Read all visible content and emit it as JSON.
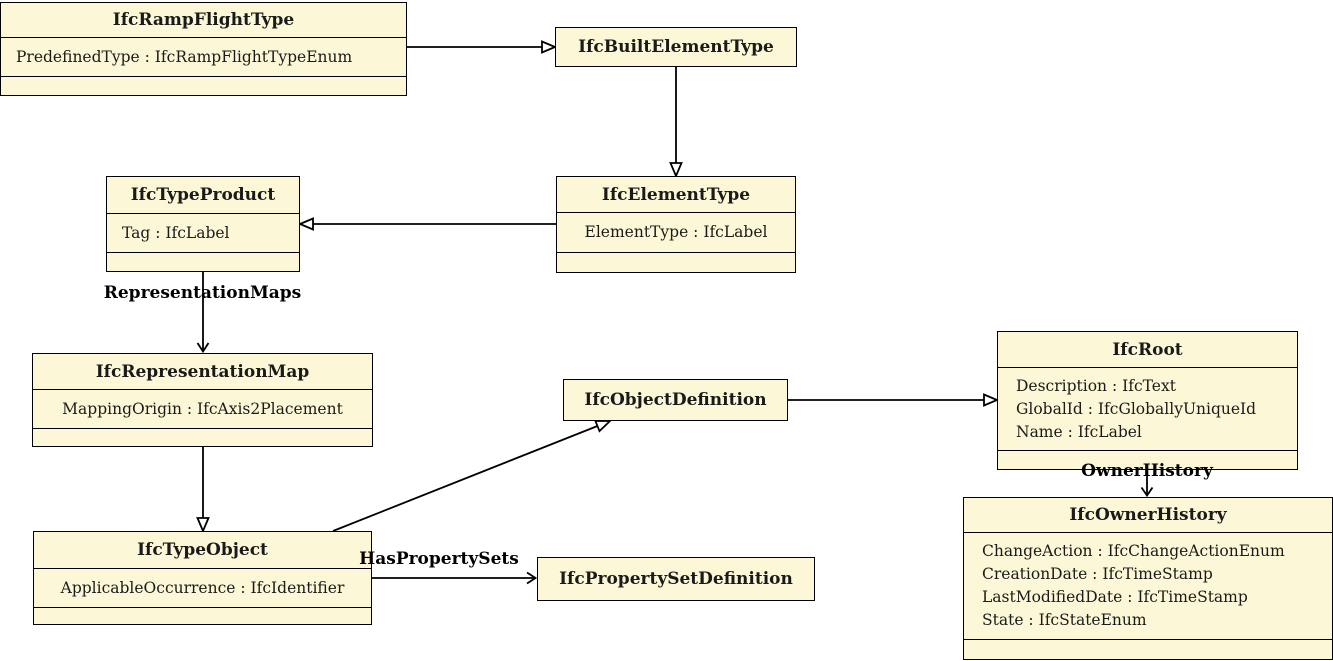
{
  "diagram": {
    "type": "uml-class-diagram",
    "title_entity": "IfcRampFlightType",
    "colors": {
      "box_fill": "#FCF8D7",
      "box_border": "#000000",
      "line": "#000000",
      "background": "#FFFFFF",
      "text": "#1A1A1A"
    },
    "classes": {
      "ramp_flight_type": {
        "name": "IfcRampFlightType",
        "attributes": [
          "PredefinedType : IfcRampFlightTypeEnum"
        ]
      },
      "built_element_type": {
        "name": "IfcBuiltElementType",
        "attributes": []
      },
      "type_product": {
        "name": "IfcTypeProduct",
        "attributes": [
          "Tag : IfcLabel"
        ]
      },
      "element_type": {
        "name": "IfcElementType",
        "attributes": [
          "ElementType : IfcLabel"
        ]
      },
      "representation_map": {
        "name": "IfcRepresentationMap",
        "attributes": [
          "MappingOrigin : IfcAxis2Placement"
        ]
      },
      "object_definition": {
        "name": "IfcObjectDefinition",
        "attributes": []
      },
      "root": {
        "name": "IfcRoot",
        "attributes": [
          "Description : IfcText",
          "GlobalId : IfcGloballyUniqueId",
          "Name : IfcLabel"
        ]
      },
      "type_object": {
        "name": "IfcTypeObject",
        "attributes": [
          "ApplicableOccurrence : IfcIdentifier"
        ]
      },
      "property_set_definition": {
        "name": "IfcPropertySetDefinition",
        "attributes": []
      },
      "owner_history": {
        "name": "IfcOwnerHistory",
        "attributes": [
          "ChangeAction : IfcChangeActionEnum",
          "CreationDate : IfcTimeStamp",
          "LastModifiedDate : IfcTimeStamp",
          "State : IfcStateEnum"
        ]
      }
    },
    "edges": [
      {
        "from": "IfcRampFlightType",
        "to": "IfcBuiltElementType",
        "type": "inheritance",
        "label": ""
      },
      {
        "from": "IfcBuiltElementType",
        "to": "IfcElementType",
        "type": "inheritance",
        "label": ""
      },
      {
        "from": "IfcElementType",
        "to": "IfcTypeProduct",
        "type": "inheritance",
        "label": ""
      },
      {
        "from": "IfcTypeProduct",
        "to": "IfcRepresentationMap",
        "type": "association",
        "label": "RepresentationMaps"
      },
      {
        "from": "IfcTypeProduct",
        "to": "IfcTypeObject",
        "type": "inheritance",
        "label": ""
      },
      {
        "from": "IfcTypeObject",
        "to": "IfcObjectDefinition",
        "type": "inheritance",
        "label": ""
      },
      {
        "from": "IfcObjectDefinition",
        "to": "IfcRoot",
        "type": "inheritance",
        "label": ""
      },
      {
        "from": "IfcRoot",
        "to": "IfcOwnerHistory",
        "type": "association",
        "label": "OwnerHistory"
      },
      {
        "from": "IfcTypeObject",
        "to": "IfcPropertySetDefinition",
        "type": "association",
        "label": "HasPropertySets"
      }
    ]
  }
}
